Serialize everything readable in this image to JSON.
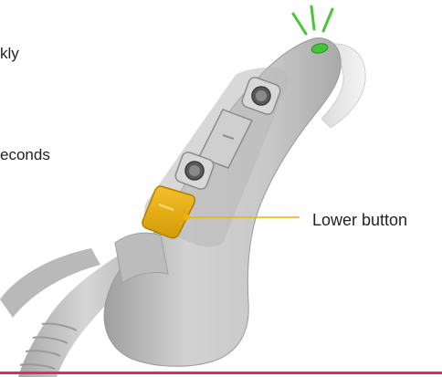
{
  "instructions": {
    "fragment_1": "kly",
    "fragment_2": "econds"
  },
  "callouts": {
    "lower_button_label": "Lower button"
  },
  "colors": {
    "indicator_light": "#43c43a",
    "lower_button": "#e0a812",
    "callout_line": "#f0b400",
    "accent_rule": "#e0296a",
    "device_body": "#c9c9c9"
  },
  "icons": {
    "light_rays": "indicator-rays-icon",
    "upper_button": "upper-button-icon",
    "middle_button": "middle-button-icon",
    "lower_button": "lower-button-icon"
  }
}
